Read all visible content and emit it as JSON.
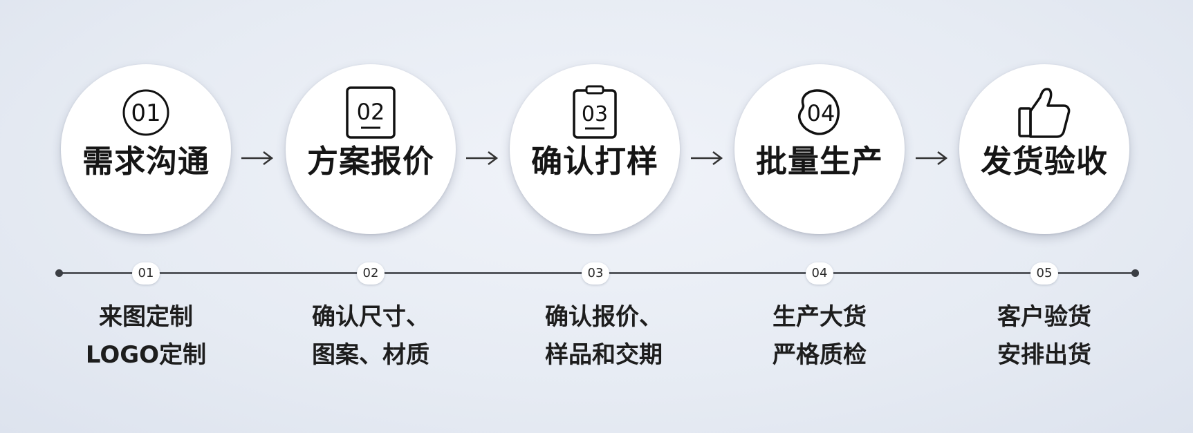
{
  "steps": [
    {
      "number": "01",
      "icon": "circled-01-icon",
      "title": "需求沟通",
      "badge": "01",
      "desc": [
        "来图定制",
        "LOGO定制"
      ]
    },
    {
      "number": "02",
      "icon": "document-02-icon",
      "title": "方案报价",
      "badge": "02",
      "desc": [
        "确认尺寸、",
        "图案、材质"
      ]
    },
    {
      "number": "03",
      "icon": "clipboard-03-icon",
      "title": "确认打样",
      "badge": "03",
      "desc": [
        "确认报价、",
        "样品和交期"
      ]
    },
    {
      "number": "04",
      "icon": "blob-04-icon",
      "title": "批量生产",
      "badge": "04",
      "desc": [
        "生产大货",
        "严格质检"
      ]
    },
    {
      "number": "",
      "icon": "thumbs-up-icon",
      "title": "发货验收",
      "badge": "05",
      "desc": [
        "客户验货",
        "安排出货"
      ]
    }
  ]
}
